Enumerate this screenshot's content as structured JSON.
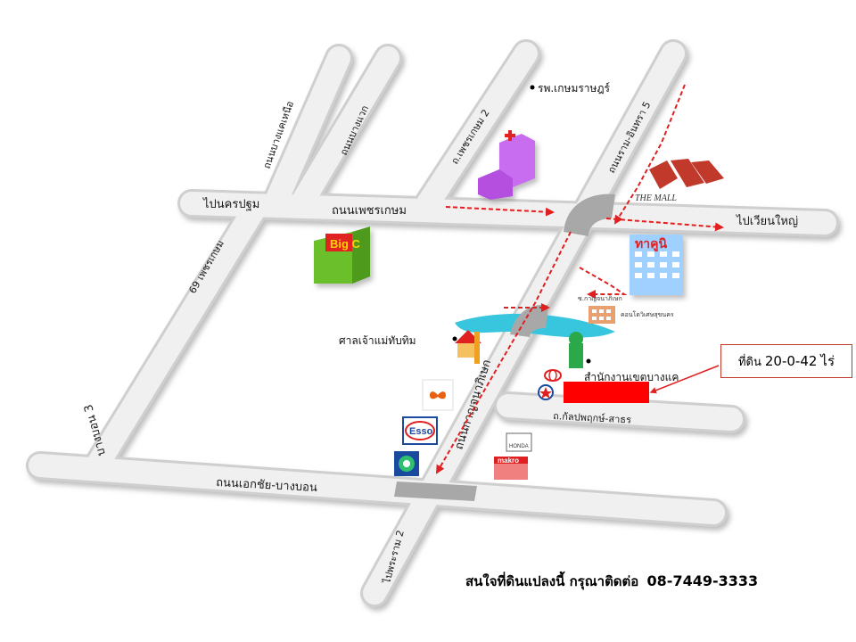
{
  "roads": {
    "phetkasem": "ถนนเพชรเกษม",
    "to_nakhon_pathom": "ไปนครปฐม",
    "to_wongwian_yai": "ไปเวียนใหญ่",
    "ekkachai": "ถนนเอกชัย-บางบอน",
    "kanlapaphruek": "ถ.กัลปพฤกษ์-สาธร",
    "kanchanaphisek": "ถนนกาญจนาภิเษก",
    "soi_bangbon3": "บางบอน 3",
    "soi_69": "69 เพชรเกษม",
    "soi_top_left": "ถนนบางแคเหนือ",
    "soi_top_mid": "ถนนบางแวก",
    "soi_thaksin": "ถ.เพชรเกษม 2",
    "soi_rama2_top": "ถนนราม-อินทรา 5",
    "soi_rama2_bottom": "ไปพระราม 2"
  },
  "pois": {
    "kasemrad": "รพ.เกษมราษฎร์",
    "the_mall": "THE MALL",
    "big_c": "Big C",
    "tesco": "ทาคูนิ",
    "shrine": "ศาลเจ้าแม่ทับทิม",
    "district_office": "สำนักงานเขตบางแค",
    "condo": "คอนโดวิเศษสุขนคร",
    "small_label": "ซ.กาญจนาภิเษก",
    "esso": "Esso",
    "honda": "HONDA",
    "makro": "makro"
  },
  "callout": {
    "prefix": "ที่ดิน",
    "size": "20-0-42",
    "unit": "ไร่"
  },
  "footer": {
    "text": "สนใจที่ดินแปลงนี้ กรุณาติดต่อ",
    "phone": "08-7449-3333"
  },
  "colors": {
    "road_fill": "#ececec",
    "road_edge": "#c8c8c8",
    "route": "#e02020",
    "canal": "#38c6df",
    "land_plot": "#ff0000",
    "hospital": "#c86cf0",
    "big_c": "#6abf2a",
    "tesco_building": "#9fd0ff",
    "the_mall": "#c0392b"
  }
}
